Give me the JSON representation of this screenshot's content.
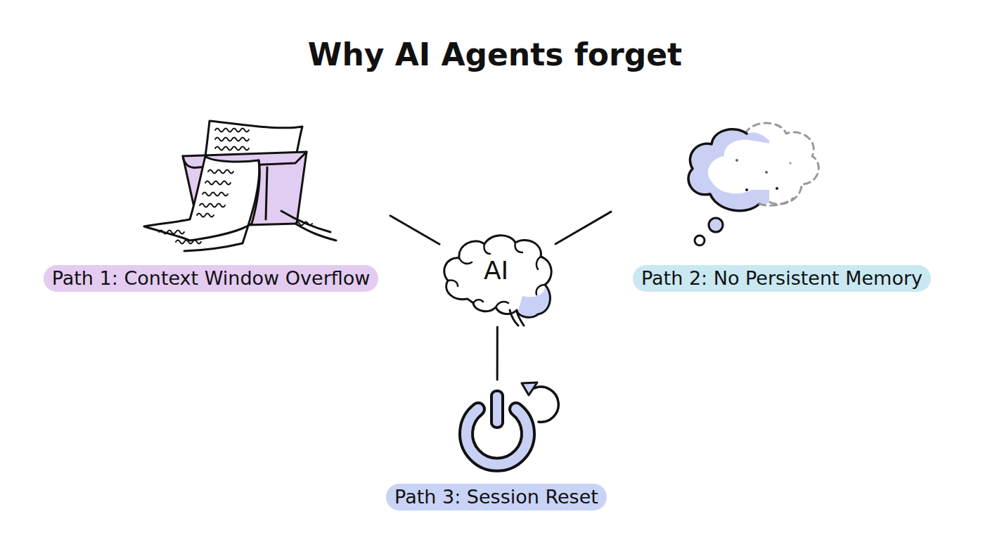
{
  "diagram": {
    "title": "Why AI Agents forget",
    "nodes": [
      {
        "text": [
          "AI"
        ]
      },
      {
        "text": [
          "Path 1: Context Window Overflow"
        ]
      },
      {
        "text": [
          "Path 2: No Persistent Memory"
        ]
      },
      {
        "text": [
          "Path 3: Session Reset"
        ]
      }
    ],
    "edges": [
      {
        "from": 0,
        "to": 1,
        "arrow": "none"
      },
      {
        "from": 0,
        "to": 2,
        "arrow": "none"
      },
      {
        "from": 0,
        "to": 3,
        "arrow": "none"
      }
    ]
  }
}
